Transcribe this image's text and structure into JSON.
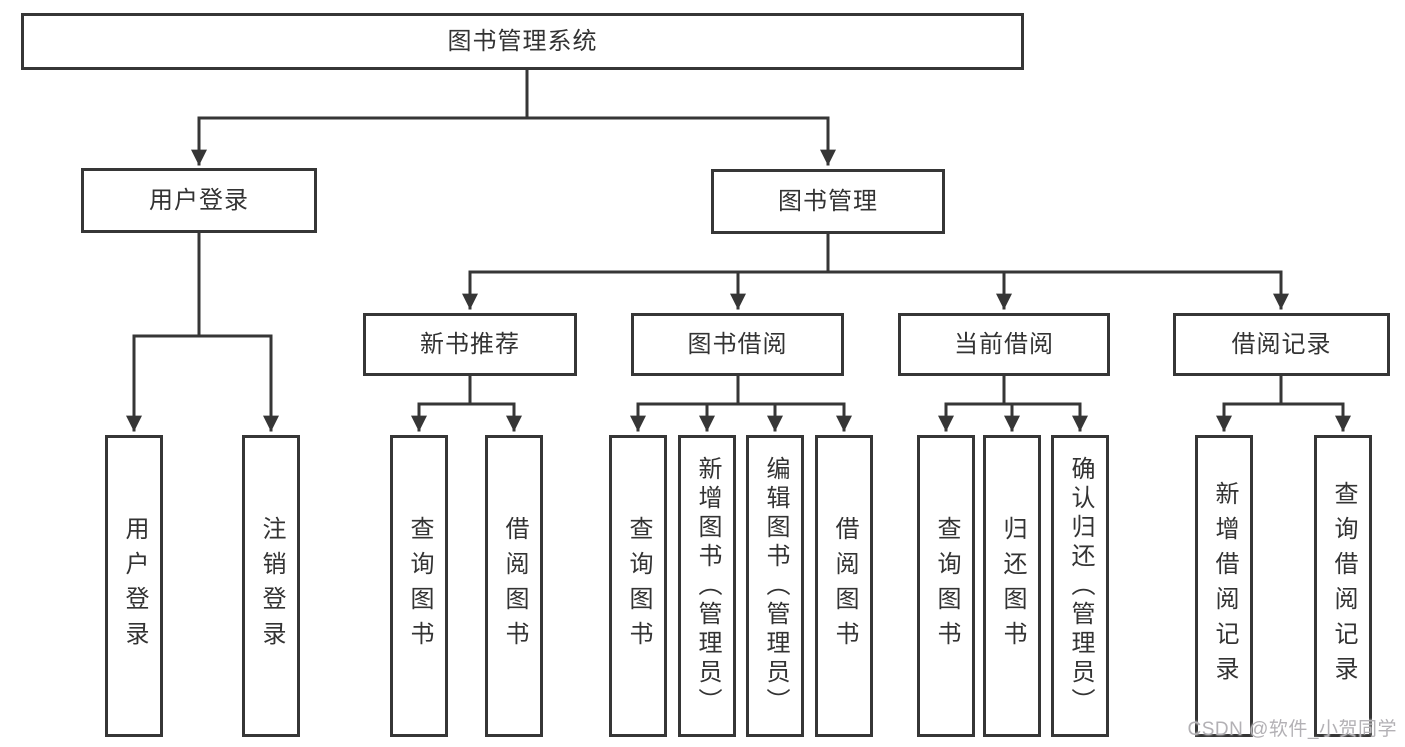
{
  "diagram": {
    "root": {
      "label": "图书管理系统"
    },
    "level2": [
      {
        "label": "用户登录"
      },
      {
        "label": "图书管理"
      }
    ],
    "level3": [
      {
        "label": "新书推荐"
      },
      {
        "label": "图书借阅"
      },
      {
        "label": "当前借阅"
      },
      {
        "label": "借阅记录"
      }
    ],
    "leaves": {
      "user_login": [
        {
          "label": "用户登录"
        },
        {
          "label": "注销登录"
        }
      ],
      "new_book": [
        {
          "label": "查询图书"
        },
        {
          "label": "借阅图书"
        }
      ],
      "book_borrow": [
        {
          "label": "查询图书"
        },
        {
          "label": "新增图书（管理员）"
        },
        {
          "label": "编辑图书（管理员）"
        },
        {
          "label": "借阅图书"
        }
      ],
      "current_borrow": [
        {
          "label": "查询图书"
        },
        {
          "label": "归还图书"
        },
        {
          "label": "确认归还（管理员）"
        }
      ],
      "borrow_record": [
        {
          "label": "新增借阅记录"
        },
        {
          "label": "查询借阅记录"
        }
      ]
    },
    "colors": {
      "line": "#363636",
      "box_border": "#363636",
      "box_bg": "#ffffff",
      "text": "#333333",
      "background": "#ffffff",
      "watermark": "#b3b1b5"
    }
  },
  "watermark": {
    "text": "CSDN @软件_小贺同学"
  }
}
